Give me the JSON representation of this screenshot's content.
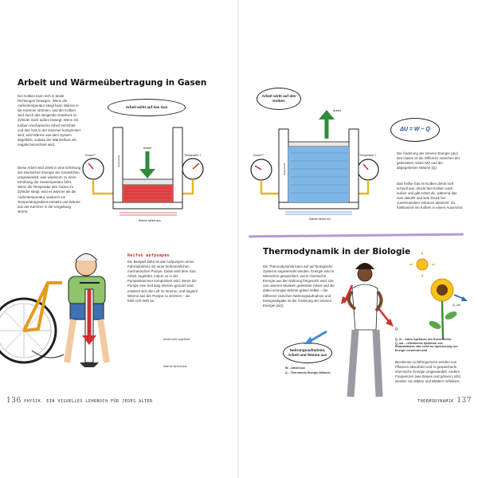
{
  "left_page": {
    "title": "Arbeit und Wärmeübertragung in Gasen",
    "intro": "Der Kolben kann sich in beide Richtungen bewegen. Wenn die Außentemperatur steigt kann Wärme in die Kammer strömen, und der Kolben wird durch das steigende Gasdruck im Zylinder nach außen bewegt. Wenn ein Kolben mechanische Arbeit verrichtet und das Gas in der Kammer komprimiert wird, wird Wärme aus dem System abgeführt, sodass der Wärmefluss als negativ bezeichnet wird.",
    "para2": "Diese Arbeit wird direkt in eine Erhöhung der kinetischen Energie der Gasteilchen umgewandelt, was wiederum zu einer Erhöhung der Gastemperatur führt. Wenn die Temperatur des Gases im Zylinder steigt, wird es wärmer als die Außentemperatur, wodurch ein Temperaturgradient entsteht und Wärme aus der Kammer in die Umgebung strömt.",
    "bubble": "Arbeit wirkt auf das Gas",
    "diagram": {
      "arbeit": "Arbeit",
      "druck": "Druck P",
      "temperatur": "Temperatur T",
      "isolierwand": "Isolierwand",
      "waerme": "Wärme strömt aus"
    },
    "section2_title": "Reifen aufpumpen",
    "section2_text": "Ein Beispiel dafür ist das Aufpumpen eines Fahrradreifens mit einer herkömmlichen mechanischen Pumpe. Dabei wird dem Gas Arbeit zugeführt, indem es in der Pumpenkammer komprimiert wird. Wenn die Pumpe eine Zeit lang intensiv genutzt wird, erwärmt sich die Luft im Inneren, und beginnt Wärme aus der Pumpe zu strömen – sie fühlt sich heiß an.",
    "label_arbeit": "Arbeit wird zugeführt.",
    "label_waerme": "Wärme strömt aus.",
    "footer_num": "136",
    "footer_text": "Physik. Ein visuelles Lehrbuch für jedes Alter"
  },
  "right_page": {
    "bubble": "Arbeit wirkt auf den Kolben",
    "formula": "ΔU = W – Q",
    "text1": "Die Änderung der inneren Energie (ΔU) des Gases ist die Differenz zwischen der geleisteten Arbeit (W) und der abgegebenen Wärme (Q).",
    "text2": "Das heiße Gas im Kolben dehnt sich schnell aus, drückt den Kolben nach außen und gibt Arbeit ab, während das Gas abkühlt und sein Druck bei zunehmendem Volumen abnimmt. So funktioniert ein Kolben in einem Automotor.",
    "diagram": {
      "arbeit": "Arbeit",
      "druck": "Druck P",
      "temperatur": "Temperatur T",
      "isolierwand": "Isolierwand",
      "waerme": "Wärme strömt ein"
    },
    "title2": "Thermodynamik in der Biologie",
    "bio_text": "Die Thermodynamik kann auf auf biologische Systeme angewendet werden. Energie wird in Menschen gespeichert, wenn chemische Energie aus der Nahrung freigesetzt wird. Die von unseren Muskeln geleistete Arbeit und die dabei erzeugte Wärme geben selbst – die Differenz zwischen Nahrungsaufnahme und Energieabgabe ist die Änderung der inneren Energie (ΔU).",
    "bubble2": "Nahrungsaufnahme, Arbeit und Wärme aus",
    "legend_w": "W – Arbeit aus",
    "legend_q": "Q – Thermische Energie (Wärme)",
    "label_q": "Q",
    "label_qout": "Q_out",
    "label_w": "W",
    "sun_text": "Q_in – volles Spektrum des Sonnenlichts\nQ_out – reflektiertes Spektrum von Blütenblättern, das nicht zur Speicherung von Energie verwendet wird",
    "plant_text": "Bestimmte Lichtfrequenzen werden von Pflanzen absorbiert und in gespeicherte chemische Energie umgewandelt. Andere Frequenzen (wie blaues und grünes Licht) werden von Blüten und Blättern reflektiert.",
    "footer_text": "Thermodynamik",
    "footer_num": "137"
  },
  "colors": {
    "arrow_green": "#2e8b3a",
    "arrow_red": "#d62d2d",
    "gas_red": "#e04848",
    "gas_blue": "#7fb6e6",
    "pipe_yellow": "#e6b820",
    "purple": "#b59ad6"
  }
}
